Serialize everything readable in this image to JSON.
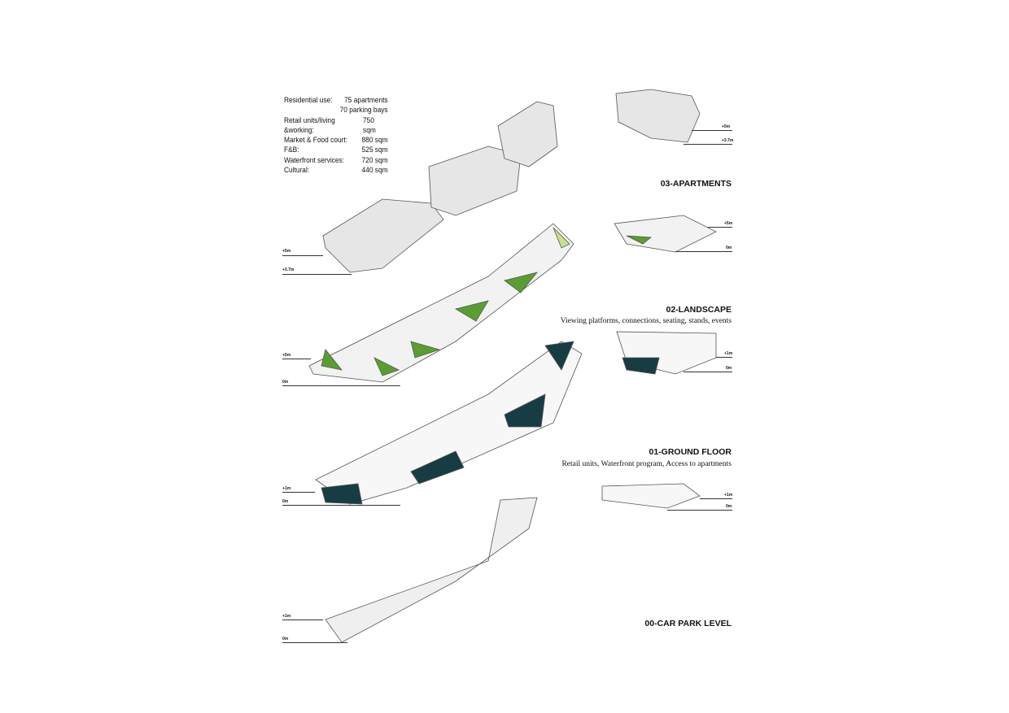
{
  "stats": [
    {
      "label": "Residential use:",
      "value": "75 apartments"
    },
    {
      "label": "",
      "value": "70 parking bays"
    },
    {
      "label": "Retail units/living &working:",
      "value": "750 sqm"
    },
    {
      "label": "Market & Food court:",
      "value": "880 sqm"
    },
    {
      "label": "F&B:",
      "value": "525 sqm"
    },
    {
      "label": "Waterfront services:",
      "value": "720 sqm"
    },
    {
      "label": "Cultural:",
      "value": "440 sqm"
    }
  ],
  "levels": [
    {
      "title": "03-APARTMENTS",
      "subtitle": ""
    },
    {
      "title": "02-LANDSCAPE",
      "subtitle": "Viewing platforms, connections, seating, stands, events"
    },
    {
      "title": "01-GROUND FLOOR",
      "subtitle": "Retail units, Waterfront program, Access to apartments"
    },
    {
      "title": "00-CAR PARK LEVEL",
      "subtitle": ""
    }
  ],
  "elevations": {
    "e5": "+5m",
    "e37": "+3.7m",
    "e0": "0m",
    "e1": "+1m"
  },
  "colors": {
    "green": "#5a9e32",
    "lightgreen": "#c9e08a",
    "dark": "#173c44",
    "grey": "#d8d8d8"
  }
}
